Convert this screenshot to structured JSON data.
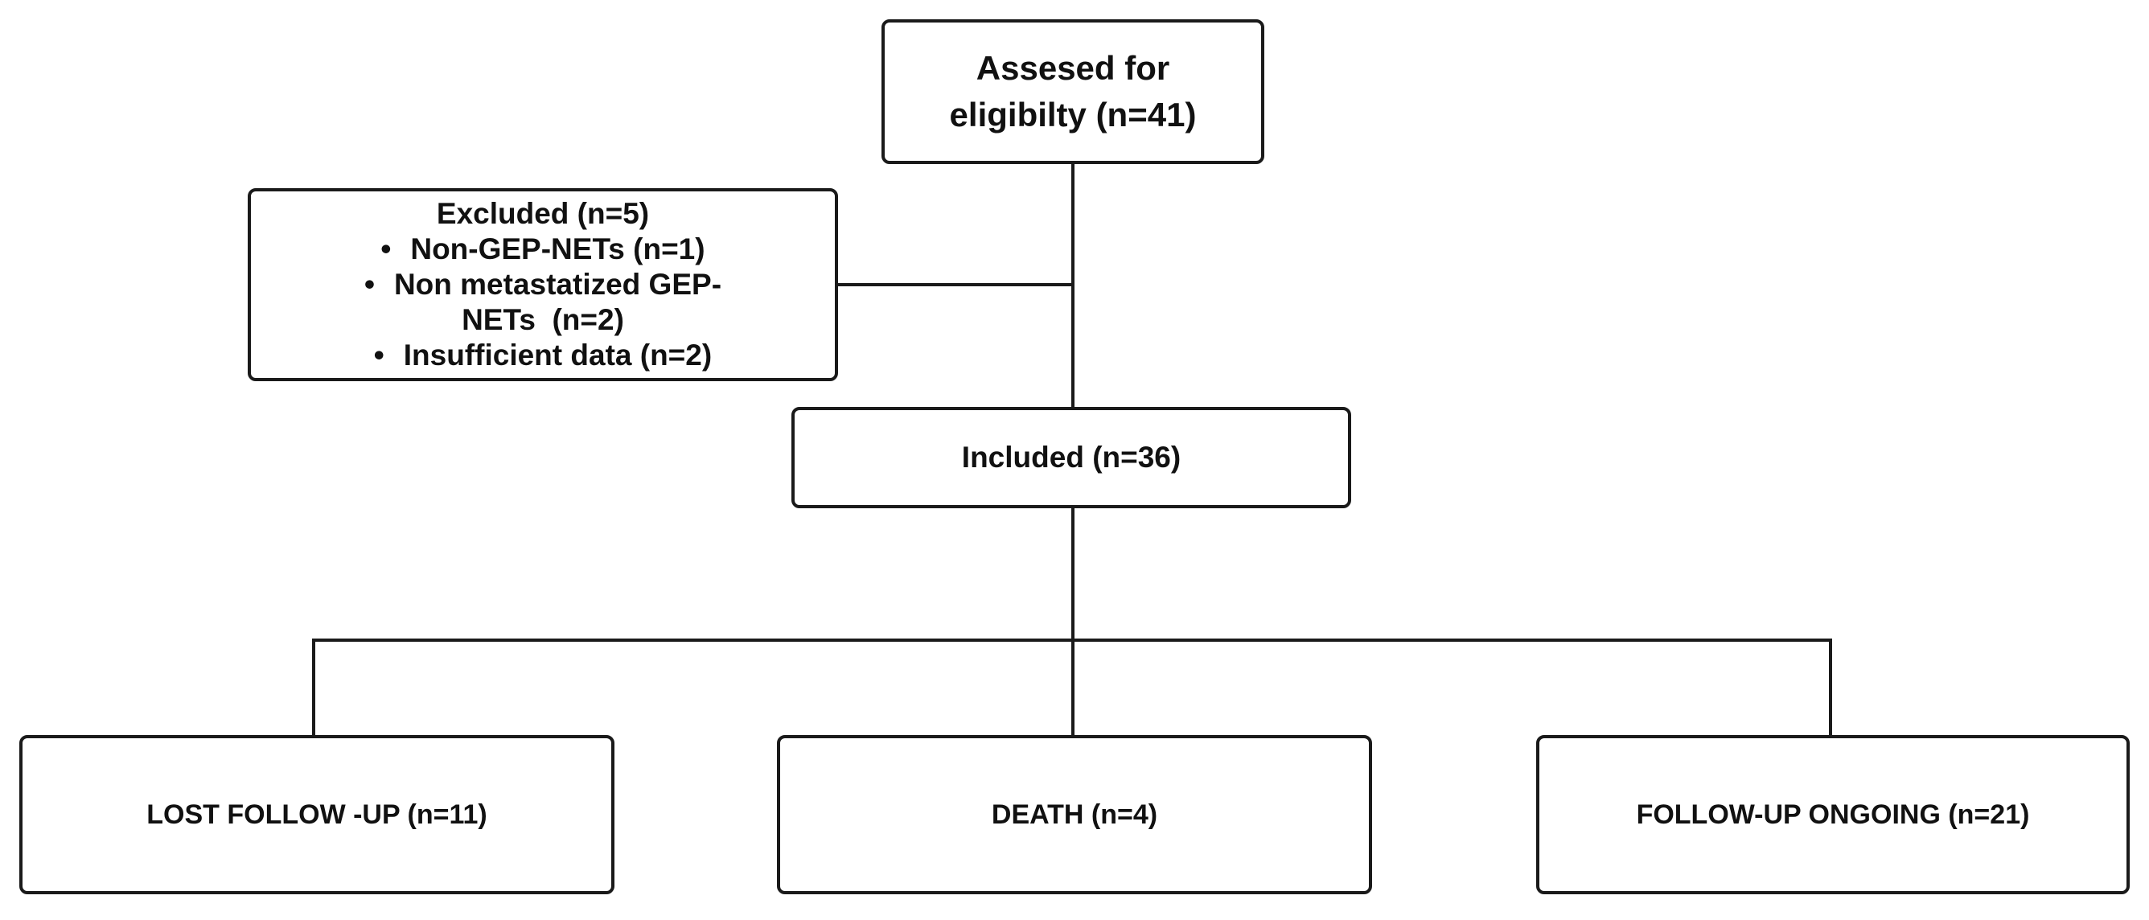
{
  "diagram": {
    "type": "flowchart",
    "nodes": {
      "assessed": {
        "line1": "Assesed for",
        "line2": "eligibilty (n=41)"
      },
      "excluded": {
        "title": "Excluded (n=5)",
        "items": [
          {
            "bullet": "•",
            "lines": [
              "Non-GEP-NETs (n=1)"
            ]
          },
          {
            "bullet": "•",
            "lines": [
              "Non metastatized GEP-",
              "NETs  (n=2)"
            ]
          },
          {
            "bullet": "•",
            "lines": [
              "Insufficient data (n=2)"
            ]
          }
        ]
      },
      "included": {
        "label": "Included (n=36)"
      },
      "lost_follow_up": {
        "label": "LOST FOLLOW -UP (n=11)"
      },
      "death": {
        "label": "DEATH (n=4)"
      },
      "follow_up_ongoing": {
        "label": "FOLLOW-UP ONGOING (n=21)"
      }
    },
    "edges": [
      {
        "from": "assessed",
        "to": "included"
      },
      {
        "from": "assessed",
        "to": "excluded"
      },
      {
        "from": "included",
        "to": "lost_follow_up"
      },
      {
        "from": "included",
        "to": "death"
      },
      {
        "from": "included",
        "to": "follow_up_ongoing"
      }
    ],
    "colors": {
      "border": "#1a1a1a",
      "background": "#ffffff",
      "text": "#111111"
    }
  }
}
